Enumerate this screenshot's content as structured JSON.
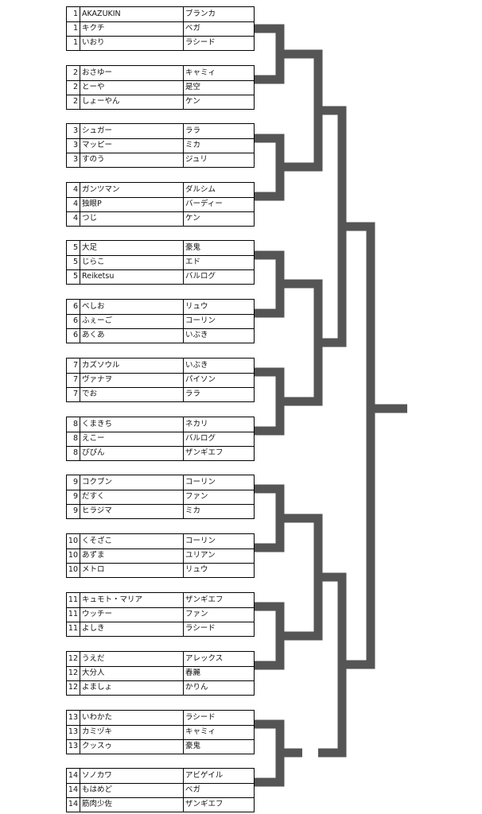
{
  "teams": [
    {
      "rows": [
        {
          "num": "1",
          "name": "AKAZUKIN",
          "character": "ブランカ"
        },
        {
          "num": "1",
          "name": "キクチ",
          "character": "ベガ"
        },
        {
          "num": "1",
          "name": "いおり",
          "character": "ラシード"
        }
      ]
    },
    {
      "rows": [
        {
          "num": "2",
          "name": "おさゆー",
          "character": "キャミィ"
        },
        {
          "num": "2",
          "name": "とーや",
          "character": "是空"
        },
        {
          "num": "2",
          "name": "しょーやん",
          "character": "ケン"
        }
      ]
    },
    {
      "rows": [
        {
          "num": "3",
          "name": "シュガー",
          "character": "ララ"
        },
        {
          "num": "3",
          "name": "マッピー",
          "character": "ミカ"
        },
        {
          "num": "3",
          "name": "すのう",
          "character": "ジュリ"
        }
      ]
    },
    {
      "rows": [
        {
          "num": "4",
          "name": "ガンツマン",
          "character": "ダルシム"
        },
        {
          "num": "4",
          "name": "独眼P",
          "character": "バーディー"
        },
        {
          "num": "4",
          "name": "つじ",
          "character": "ケン"
        }
      ]
    },
    {
      "rows": [
        {
          "num": "5",
          "name": "大足",
          "character": "豪鬼"
        },
        {
          "num": "5",
          "name": "じらこ",
          "character": "エド"
        },
        {
          "num": "5",
          "name": "Reiketsu",
          "character": "バルログ"
        }
      ]
    },
    {
      "rows": [
        {
          "num": "6",
          "name": "べしお",
          "character": "リュウ"
        },
        {
          "num": "6",
          "name": "ふぇーご",
          "character": "コーリン"
        },
        {
          "num": "6",
          "name": "あくあ",
          "character": "いぶき"
        }
      ]
    },
    {
      "rows": [
        {
          "num": "7",
          "name": "カズソウル",
          "character": "いぶき"
        },
        {
          "num": "7",
          "name": "ヴァナヲ",
          "character": "パイソン"
        },
        {
          "num": "7",
          "name": "でお",
          "character": "ララ"
        }
      ]
    },
    {
      "rows": [
        {
          "num": "8",
          "name": "くまきち",
          "character": "ネカリ"
        },
        {
          "num": "8",
          "name": "えこー",
          "character": "バルログ"
        },
        {
          "num": "8",
          "name": "ぴぴん",
          "character": "ザンギエフ"
        }
      ]
    },
    {
      "rows": [
        {
          "num": "9",
          "name": "コクブン",
          "character": "コーリン"
        },
        {
          "num": "9",
          "name": "だすく",
          "character": "ファン"
        },
        {
          "num": "9",
          "name": "ヒラジマ",
          "character": "ミカ"
        }
      ]
    },
    {
      "rows": [
        {
          "num": "10",
          "name": "くそざこ",
          "character": "コーリン"
        },
        {
          "num": "10",
          "name": "あずま",
          "character": "ユリアン"
        },
        {
          "num": "10",
          "name": "メトロ",
          "character": "リュウ"
        }
      ]
    },
    {
      "rows": [
        {
          "num": "11",
          "name": "キュモト・マリア",
          "character": "ザンギエフ"
        },
        {
          "num": "11",
          "name": "ウッチー",
          "character": "ファン"
        },
        {
          "num": "11",
          "name": "よしき",
          "character": "ラシード"
        }
      ]
    },
    {
      "rows": [
        {
          "num": "12",
          "name": "うえだ",
          "character": "アレックス"
        },
        {
          "num": "12",
          "name": "大分人",
          "character": "春麗"
        },
        {
          "num": "12",
          "name": "よましょ",
          "character": "かりん"
        }
      ]
    },
    {
      "rows": [
        {
          "num": "13",
          "name": "いわかた",
          "character": "ラシード"
        },
        {
          "num": "13",
          "name": "カミヅキ",
          "character": "キャミィ"
        },
        {
          "num": "13",
          "name": "クッスゥ",
          "character": "豪鬼"
        }
      ]
    },
    {
      "rows": [
        {
          "num": "14",
          "name": "ソノカワ",
          "character": "アビゲイル"
        },
        {
          "num": "14",
          "name": "もはめど",
          "character": "ベガ"
        },
        {
          "num": "14",
          "name": "筋肉少佐",
          "character": "ザンギエフ"
        }
      ]
    }
  ],
  "colors": {
    "bracket_line": "#555555",
    "table_border": "#000000"
  }
}
